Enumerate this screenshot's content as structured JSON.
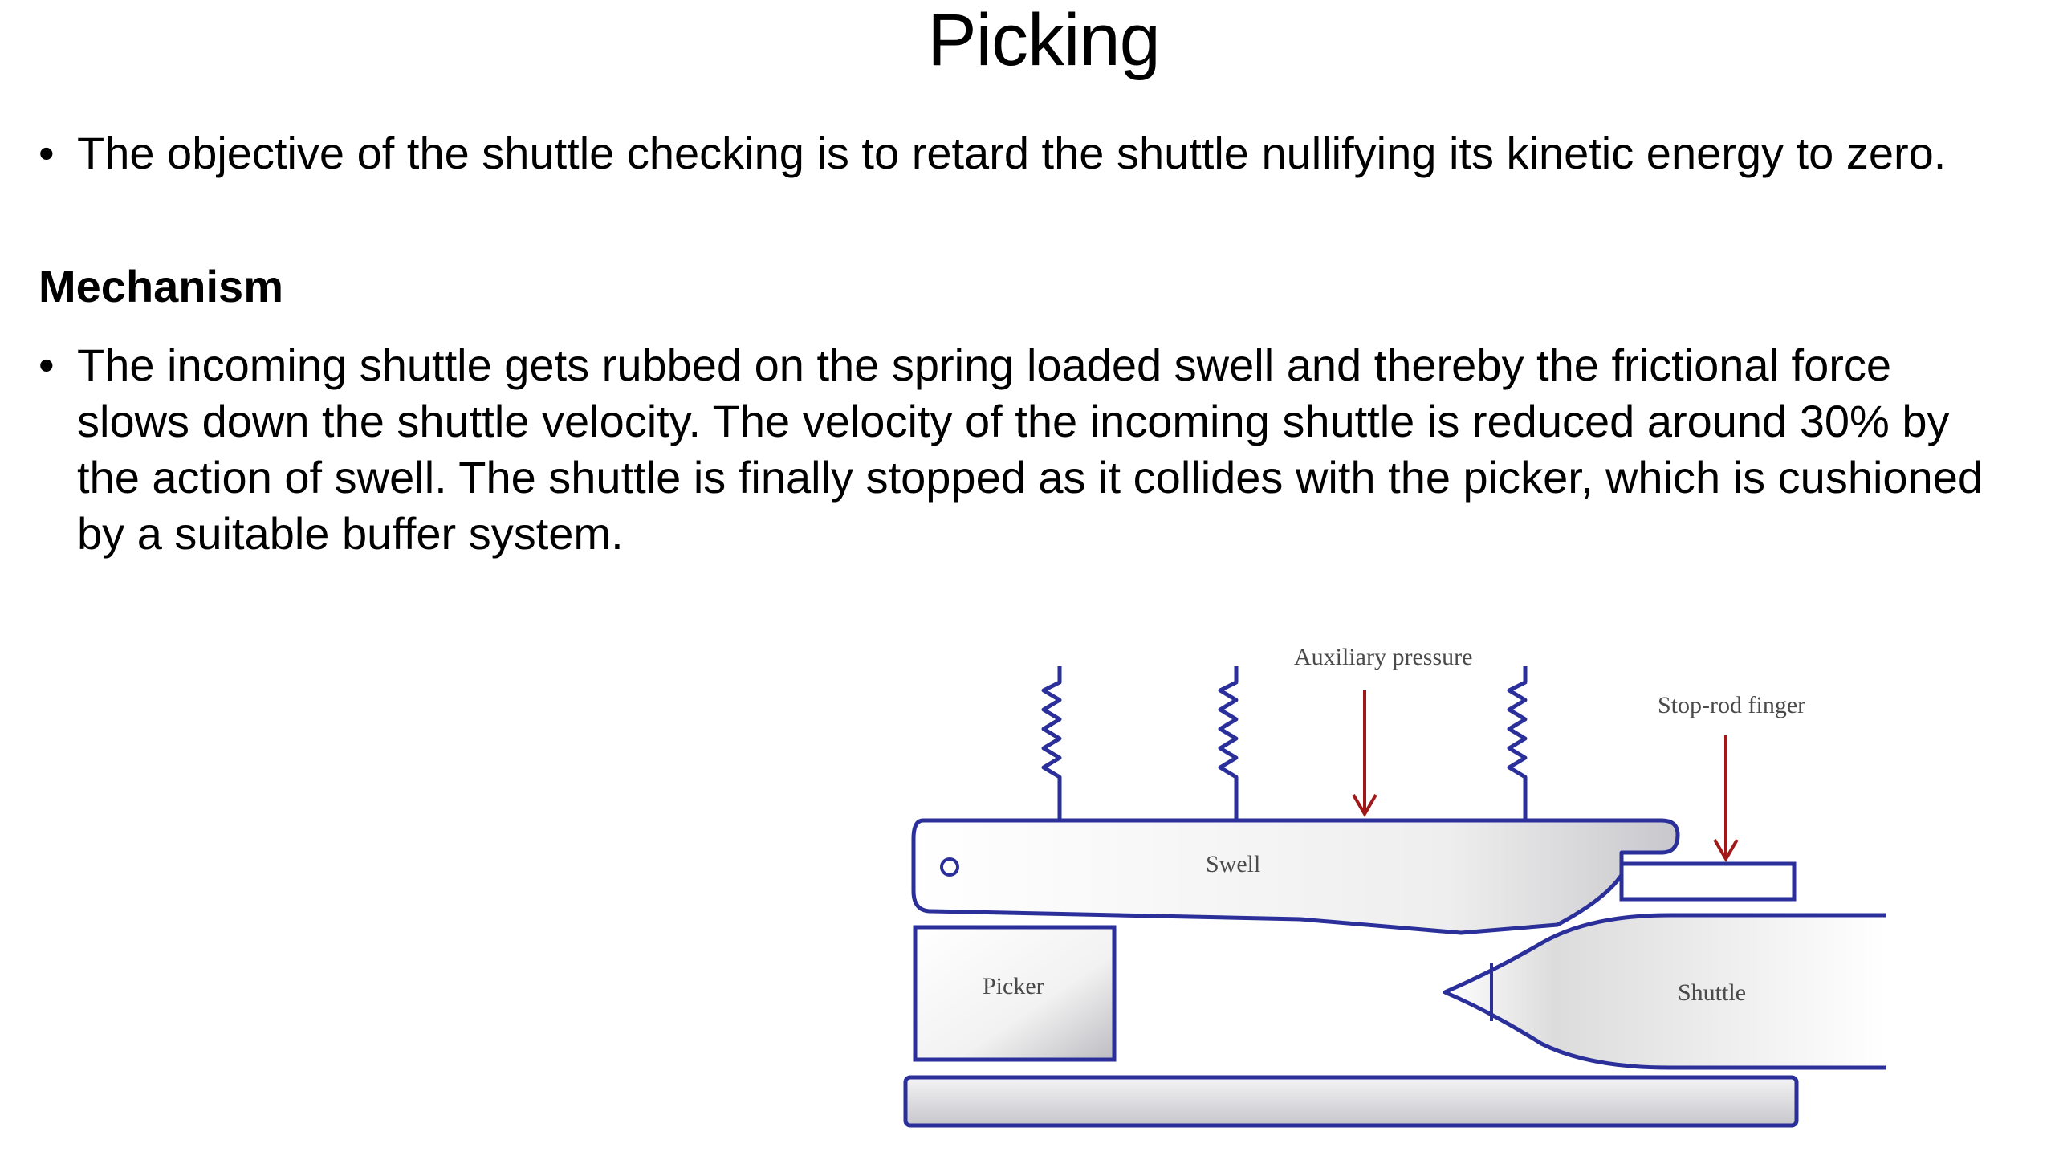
{
  "slide": {
    "title": "Picking",
    "bullet1": "The objective of the shuttle checking is to retard the shuttle nullifying its kinetic energy to zero.",
    "heading": "Mechanism",
    "bullet2": "The incoming shuttle gets rubbed on the spring loaded swell and thereby the frictional force slows down the shuttle velocity. The velocity of the incoming shuttle is reduced around 30% by the action of swell. The shuttle is finally stopped as it collides with the picker, which is cushioned by a suitable buffer system.",
    "bullet_symbol": "•"
  },
  "diagram": {
    "labels": {
      "auxiliary_pressure": "Auxiliary pressure",
      "stop_rod_finger": "Stop-rod  finger",
      "swell": "Swell",
      "picker": "Picker",
      "shuttle": "Shuttle"
    },
    "colors": {
      "outline": "#2a2f9a",
      "arrow": "#a01818",
      "label": "#4a4a4a"
    }
  }
}
